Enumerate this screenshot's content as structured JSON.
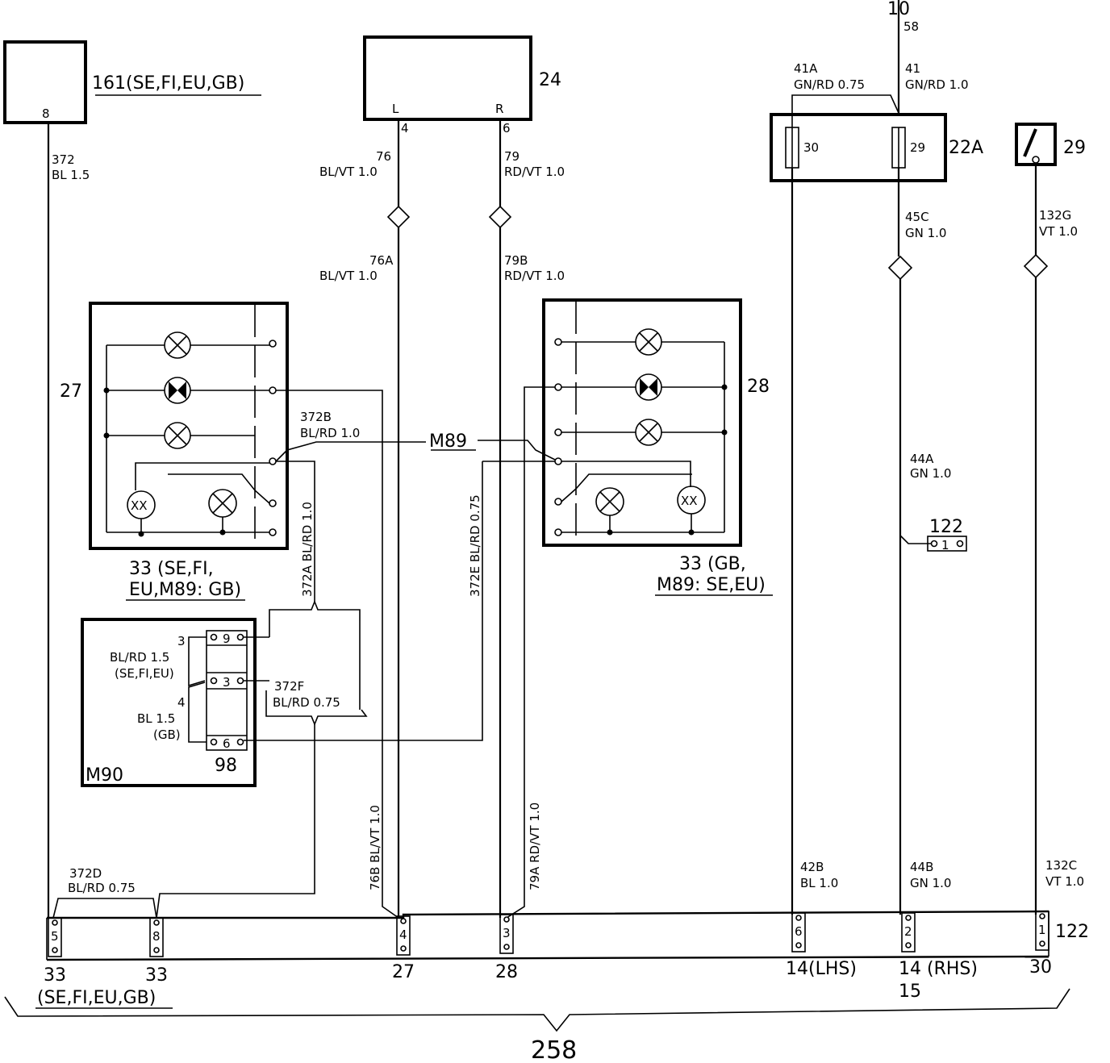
{
  "components": {
    "c161": {
      "pin": "8",
      "label": "161(SE,FI,EU,GB)"
    },
    "c24": {
      "label": "24",
      "left": "L",
      "right": "R",
      "pin_left": "4",
      "pin_right": "6"
    },
    "c22a": {
      "label": "22A",
      "fuse30": "30",
      "fuse29": "29"
    },
    "c29": {
      "label": "29"
    },
    "c27": {
      "label": "27",
      "caption1": "33 (SE,FI,",
      "caption2": "EU,M89: GB)"
    },
    "c28": {
      "label": "28",
      "caption1": "33 (GB,",
      "caption2": "M89: SE,EU)"
    },
    "m89": "M89",
    "m90": {
      "label": "M90",
      "conn": "98",
      "p9": "9",
      "p3": "3",
      "p6": "6",
      "t3": "3",
      "t_blrd": "BL/RD 1.5",
      "t_sefieu": "(SE,FI,EU)",
      "t4": "4",
      "t_bl": "BL 1.5",
      "t_gb": "(GB)"
    },
    "c122_small": {
      "label": "122",
      "pin": "1"
    },
    "top_10": "10",
    "top_58": "58"
  },
  "wires": {
    "w372": {
      "id": "372",
      "spec": "BL 1.5"
    },
    "w76": {
      "id": "76",
      "spec": "BL/VT 1.0"
    },
    "w79": {
      "id": "79",
      "spec": "RD/VT 1.0"
    },
    "w76a": {
      "id": "76A",
      "spec": "BL/VT 1.0"
    },
    "w79b": {
      "id": "79B",
      "spec": "RD/VT 1.0"
    },
    "w41a": {
      "id": "41A",
      "spec": "GN/RD 0.75"
    },
    "w41": {
      "id": "41",
      "spec": "GN/RD 1.0"
    },
    "w45c": {
      "id": "45C",
      "spec": "GN 1.0"
    },
    "w132g": {
      "id": "132G",
      "spec": "VT 1.0"
    },
    "w372b": {
      "id": "372B",
      "spec": "BL/RD 1.0"
    },
    "w372a": "372A BL/RD 1.0",
    "w372e": "372E BL/RD 0.75",
    "w44a": {
      "id": "44A",
      "spec": "GN 1.0"
    },
    "w372f": {
      "id": "372F",
      "spec": "BL/RD 0.75"
    },
    "w76b": "76B BL/VT 1.0",
    "w79a": "79A RD/VT 1.0",
    "w372d": {
      "id": "372D",
      "spec": "BL/RD 0.75"
    },
    "w42b": {
      "id": "42B",
      "spec": "BL 1.0"
    },
    "w44b": {
      "id": "44B",
      "spec": "GN 1.0"
    },
    "w132c": {
      "id": "132C",
      "spec": "VT 1.0"
    }
  },
  "connector_122": {
    "label": "122",
    "pins": [
      "5",
      "8",
      "4",
      "3",
      "6",
      "2",
      "1"
    ],
    "dests": [
      "33",
      "33",
      "27",
      "28",
      "14(LHS)",
      "14 (RHS)",
      "30"
    ],
    "sub_left": "(SE,FI,EU,GB)",
    "sub_rhs": "15"
  },
  "group_label": "258"
}
